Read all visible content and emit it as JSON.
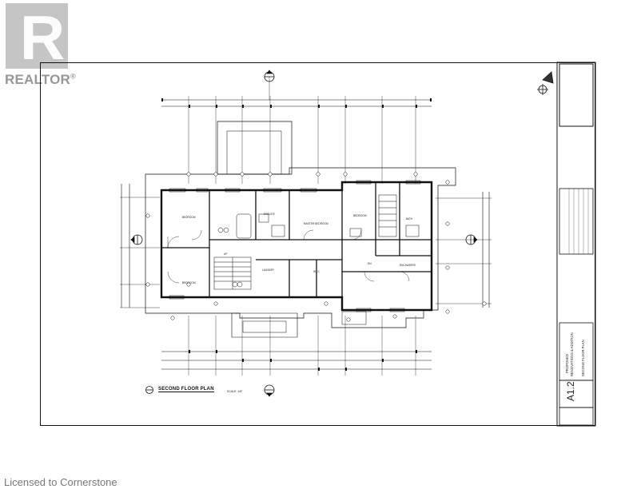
{
  "brand": {
    "name": "REALTOR",
    "mark": "R",
    "registered": "®"
  },
  "footer": {
    "text": "Licensed to Cornerstone"
  },
  "drawing": {
    "plan_title": "SECOND FLOOR PLAN",
    "scale_note": "SCALE: 1/8\"",
    "project_line1": "PROPOSED",
    "project_line2": "RENOVATIONS & ADDITION",
    "sheet_title": "SECOND FLOOR PLAN",
    "sheet_number": "A1.2",
    "rooms": [
      "BEDROOM",
      "BEDROOM",
      "ENSUITE",
      "MASTER BEDROOM",
      "BEDROOM",
      "BATH",
      "LAUNDRY",
      "W.I.C",
      "UP",
      "DN",
      "ENCHASERS"
    ]
  }
}
